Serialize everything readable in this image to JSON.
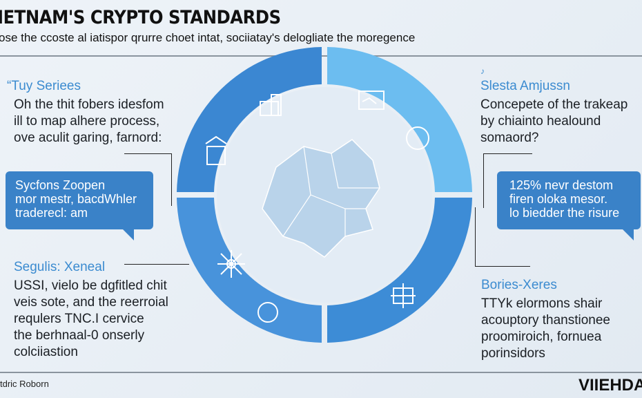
{
  "header": {
    "title": "IETNAM'S CRYPTO STANDARDS",
    "subtitle": "ose the ccoste al iatispor qrurre choet intat, sociiatay's delogliate the moregence"
  },
  "top_left": {
    "heading": "“Tuy Seriees",
    "body": [
      "Oh the thit fobers idesfom",
      "ill to map alhere process,",
      "ove aculit garing, farnord:"
    ]
  },
  "callout_left": {
    "lines": [
      "Sycfons Zoopen",
      "mor mestr, bacdWhler",
      "traderecl: am"
    ]
  },
  "bottom_left": {
    "heading": "Segulis: Xeneal",
    "body": [
      "USSI, vielo be dgfitled chit",
      "veis sote, and the reerroial",
      "requlers TNC.I cervice",
      "the berhnaal-0 onserly",
      "colciiastion"
    ]
  },
  "top_right": {
    "heading": "Slesta Amjussn",
    "body": [
      "Concepete of the trakeap",
      "by chiainto healound",
      "somaord?"
    ]
  },
  "callout_right": {
    "lines": [
      "125% nevr destom",
      "firen oloka mesor.",
      "lo biedder the risure"
    ]
  },
  "bottom_right": {
    "heading": "Bories-Xeres",
    "body": [
      "TTYk elormons shair",
      "acouptory thanstionee",
      "proomiroich, fornuea",
      "porinsidors"
    ]
  },
  "footer": {
    "left": "tdric Roborn",
    "right": "VIIEHDA"
  },
  "colors": {
    "q_top_left": "#3b87d2",
    "q_top_right": "#6cbdf0",
    "q_bottom_left": "#4893db",
    "q_bottom_right": "#3d8cd6",
    "inner": "#e3ecf5",
    "accent": "#3b8bd0"
  }
}
